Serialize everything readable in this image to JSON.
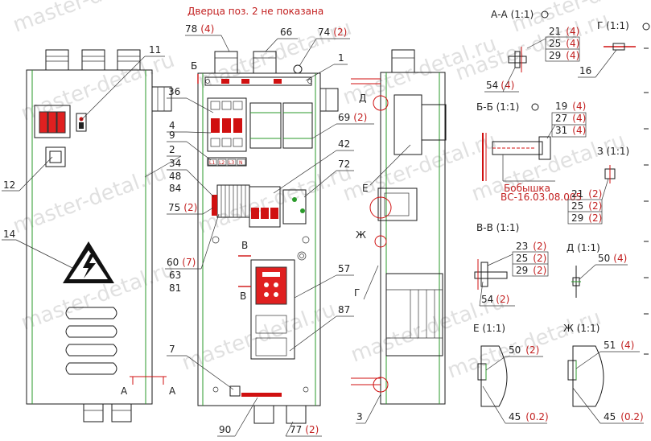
{
  "header": {
    "note": "Дверца поз. 2 не показана"
  },
  "watermark": "master-detal.ru",
  "callouts": {
    "c1": "1",
    "c2": "2",
    "c3": "3",
    "c4": "4",
    "c7": "7",
    "c9": "9",
    "c11": "11",
    "c12": "12",
    "c14": "14",
    "c16": "16",
    "c34": "34",
    "c36": "36",
    "c42": "42",
    "c48": "48",
    "c57": "57",
    "c63": "63",
    "c66": "66",
    "c81": "81",
    "c84": "84",
    "c87": "87",
    "c90": "90",
    "c78": "78",
    "c78q": "(4)",
    "c74": "74",
    "c74q": "(2)",
    "c69": "69",
    "c69q": "(2)",
    "c72": "72",
    "c75": "75",
    "c75q": "(2)",
    "c60": "60",
    "c60q": "(7)",
    "c77": "77",
    "c77q": "(2)"
  },
  "section_marks": {
    "a_left": "A",
    "a_right": "A",
    "b_top": "Б",
    "v_top": "В",
    "v_mid": "В",
    "d": "Д",
    "e": "Е",
    "zh": "Ж",
    "g": "Г"
  },
  "sections": {
    "aa": {
      "title": "А-А  (1:1)",
      "rows": [
        [
          "21",
          "(4)"
        ],
        [
          "25",
          "(4)"
        ],
        [
          "29",
          "(4)"
        ]
      ],
      "extra": [
        "54",
        "(4)"
      ]
    },
    "g": {
      "title": "Г  (1:1)",
      "item": "16"
    },
    "bb": {
      "title": "Б-Б  (1:1)",
      "rows": [
        [
          "19",
          "(4)"
        ],
        [
          "27",
          "(4)"
        ],
        [
          "31",
          "(4)"
        ]
      ],
      "boss_title": "Бобышка",
      "boss_code": "ВС-16.03.08.005"
    },
    "z": {
      "title": "З  (1:1)",
      "rows": [
        [
          "21",
          "(2)"
        ],
        [
          "25",
          "(2)"
        ],
        [
          "29",
          "(2)"
        ]
      ]
    },
    "vv": {
      "title": "В-В  (1:1)",
      "rows": [
        [
          "23",
          "(2)"
        ],
        [
          "25",
          "(2)"
        ],
        [
          "29",
          "(2)"
        ]
      ],
      "extra": [
        "54",
        "(2)"
      ]
    },
    "d": {
      "title": "Д  (1:1)",
      "item": [
        "50",
        "(4)"
      ]
    },
    "e": {
      "title": "Е  (1:1)",
      "items": [
        [
          "50",
          "(2)"
        ],
        [
          "45",
          "(0.2)"
        ]
      ]
    },
    "zh": {
      "title": "Ж  (1:1)",
      "items": [
        [
          "51",
          "(4)"
        ],
        [
          "45",
          "(0.2)"
        ]
      ]
    }
  },
  "breaker_labels": [
    "L1",
    "L2",
    "L3",
    "N"
  ]
}
